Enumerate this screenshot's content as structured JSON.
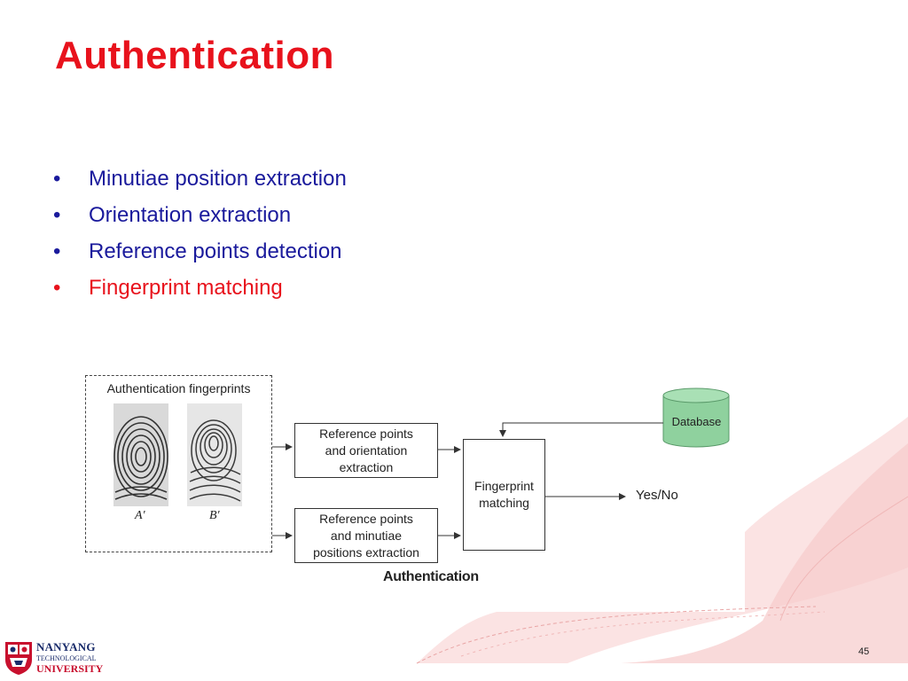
{
  "slide": {
    "title": "Authentication",
    "bullets": [
      {
        "text": "Minutiae position extraction",
        "highlight": false
      },
      {
        "text": "Orientation extraction",
        "highlight": false
      },
      {
        "text": "Reference points detection",
        "highlight": false
      },
      {
        "text": "Fingerprint matching",
        "highlight": true
      }
    ],
    "bullet_symbol": "•",
    "page_number": "45"
  },
  "diagram": {
    "group_caption": "Authentication fingerprints",
    "fingerprint_a_label": "A′",
    "fingerprint_b_label": "B′",
    "box_reference_orientation": "Reference points\nand orientation\nextraction",
    "box_reference_minutiae": "Reference points\nand minutiae\npositions extraction",
    "box_matching": "Fingerprint\nmatching",
    "database_label": "Database",
    "output_label": "Yes/No",
    "caption": "Authentication"
  },
  "logo": {
    "line1": "NANYANG",
    "line2": "TECHNOLOGICAL",
    "line3": "UNIVERSITY"
  },
  "colors": {
    "title": "#e8121c",
    "bullet_text": "#1a1a9c",
    "highlight": "#e8121c",
    "database_fill": "#8fd19e",
    "swoosh": "#f6c9c9"
  }
}
